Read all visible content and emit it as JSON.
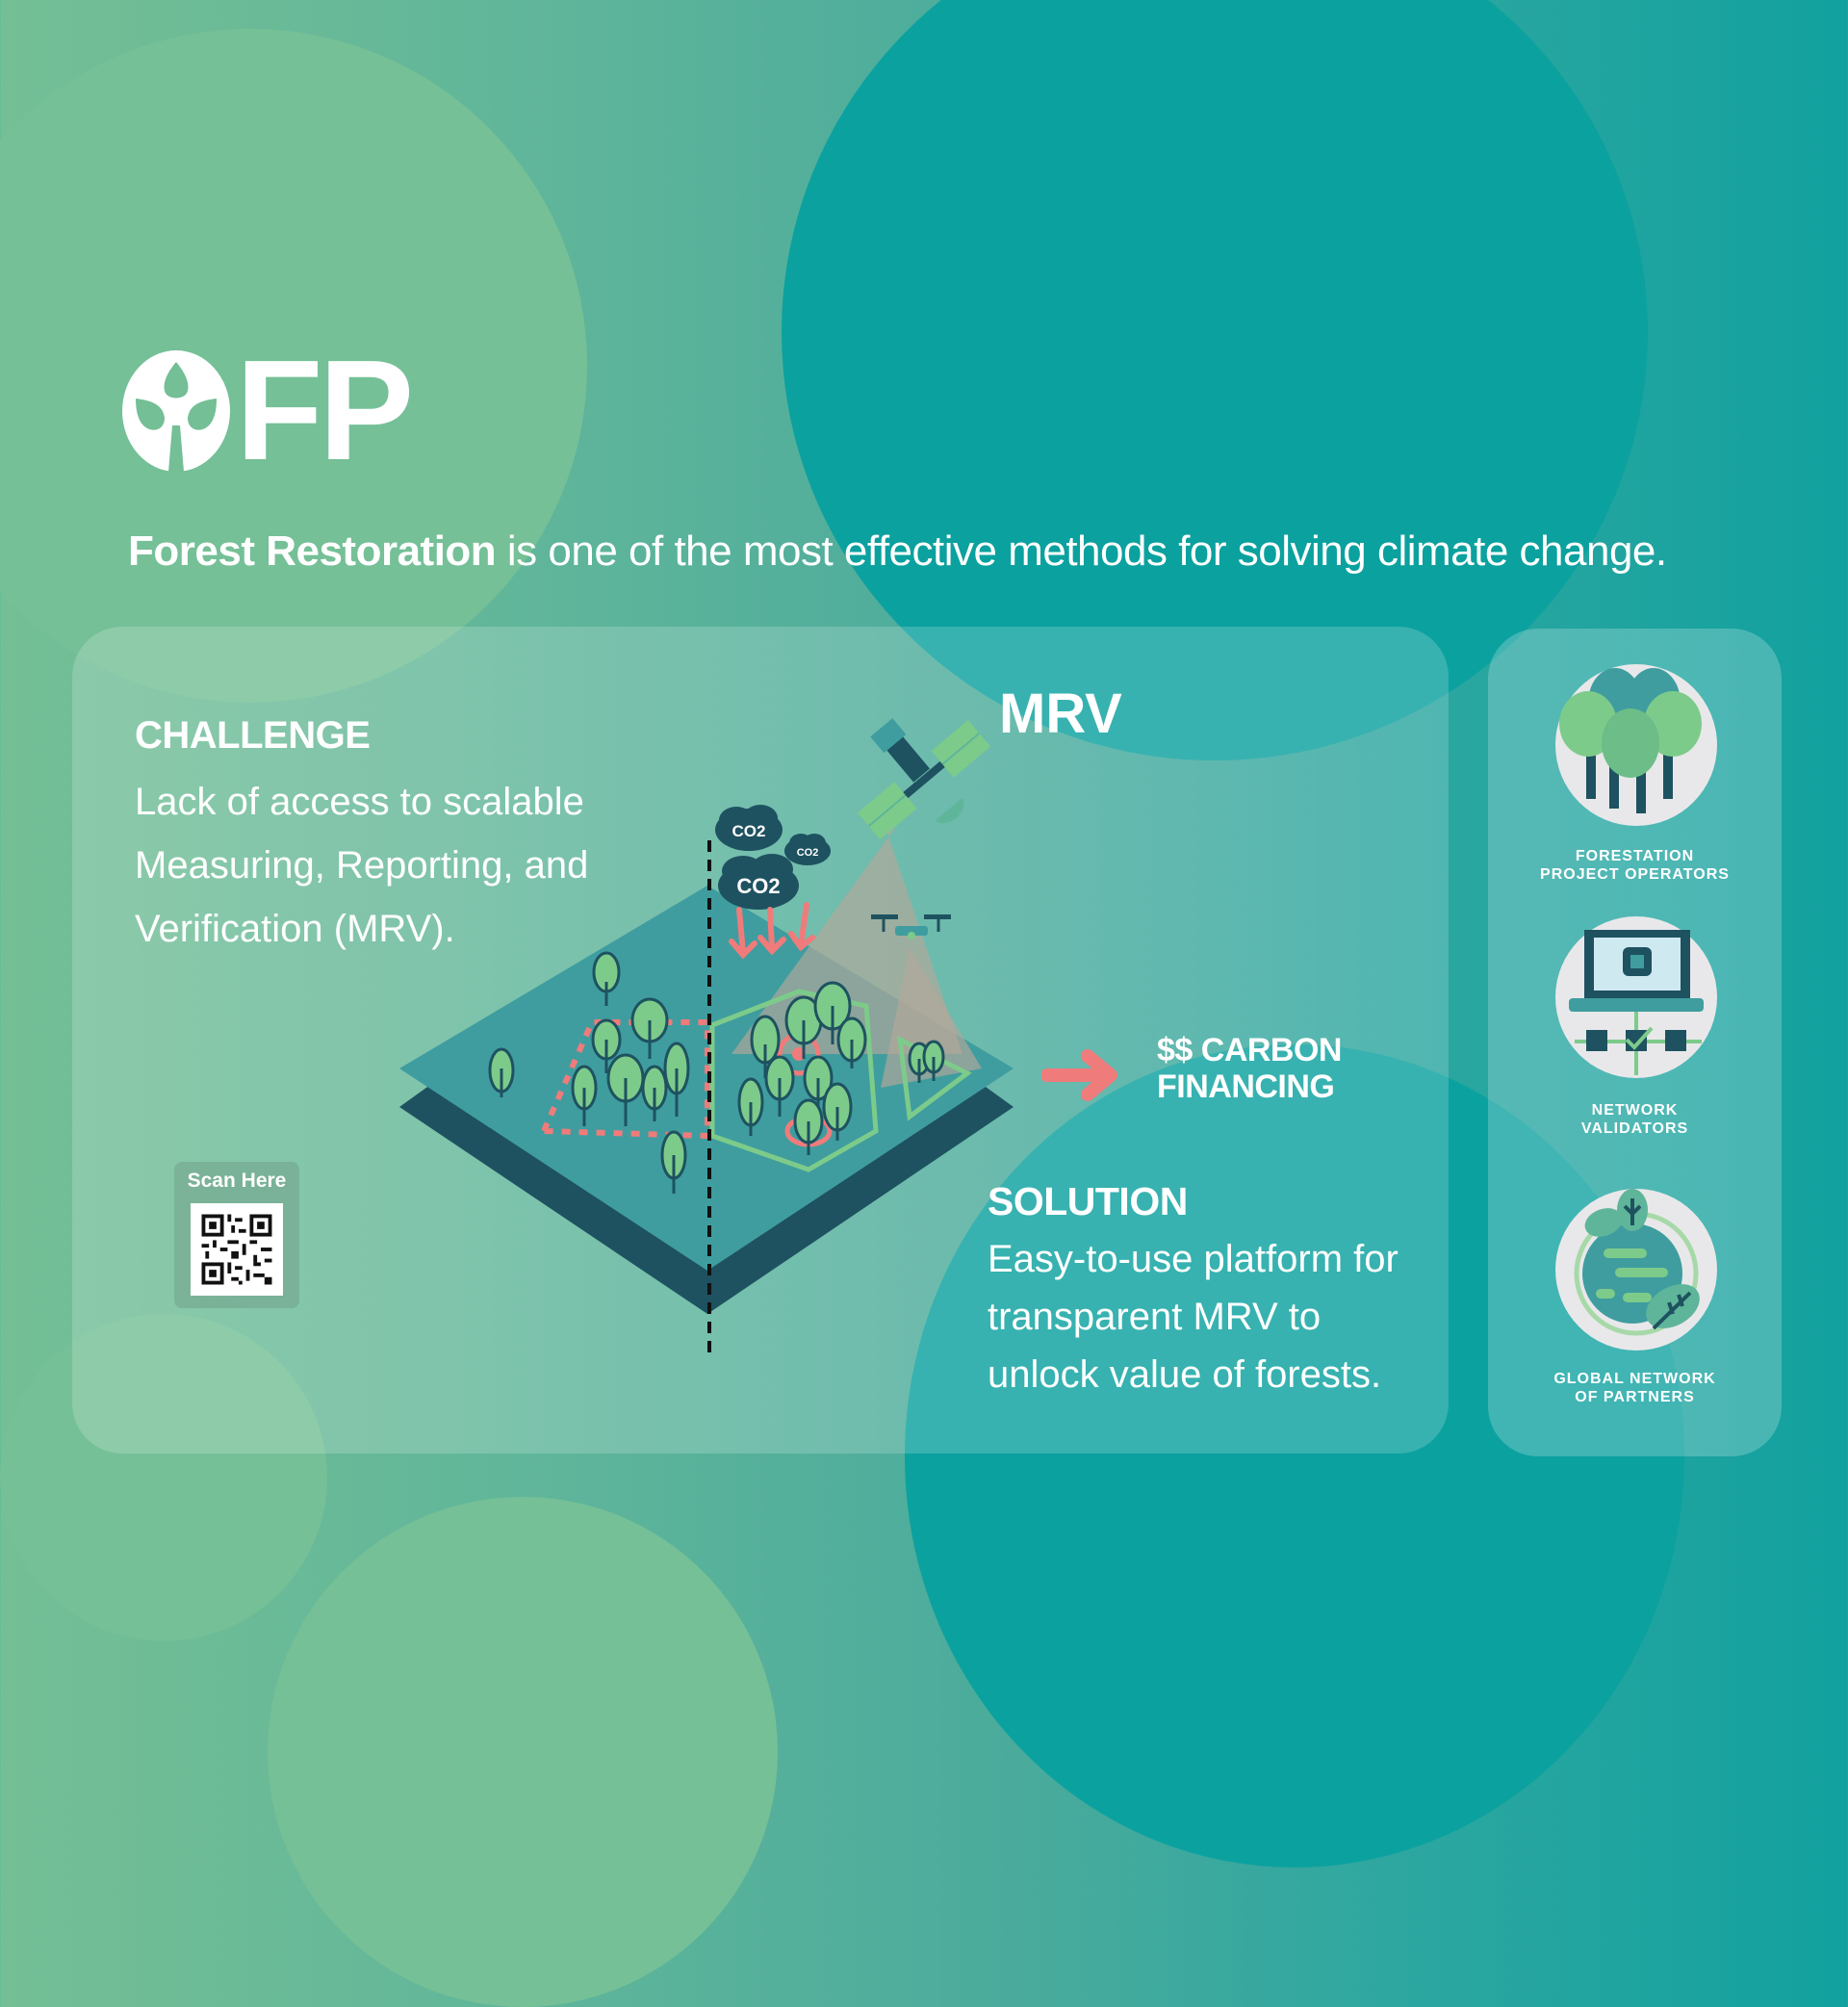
{
  "brand": {
    "logo_text": "FP",
    "logo_icon": "sprout-in-circle-icon"
  },
  "tagline": {
    "bold": "Forest Restoration",
    "rest": " is one of the most effective methods for solving climate change."
  },
  "challenge": {
    "title": "CHALLENGE",
    "body": "Lack of access to scalable Measuring, Reporting, and Verification (MRV)."
  },
  "mrv": {
    "title": "MRV",
    "co2_labels": [
      "CO2",
      "CO2",
      "CO2"
    ]
  },
  "carbon_financing": {
    "line1": "$$ CARBON",
    "line2": "FINANCING"
  },
  "solution": {
    "title": "SOLUTION",
    "body": "Easy-to-use platform for transparent MRV to unlock value of forests."
  },
  "qr": {
    "label": "Scan Here"
  },
  "stakeholders": [
    {
      "line1": "FORESTATION",
      "line2": "PROJECT OPERATORS",
      "icon": "trees-icon"
    },
    {
      "line1": "NETWORK",
      "line2": "VALIDATORS",
      "icon": "network-laptop-icon"
    },
    {
      "line1": "GLOBAL NETWORK",
      "line2": "OF PARTNERS",
      "icon": "globe-leaves-icon"
    }
  ],
  "colors": {
    "light_green": "#75c097",
    "teal": "#0ba19f",
    "dark_teal": "#1e5260",
    "coral": "#f07b7b",
    "leaf_green": "#7dcb8a",
    "ground_teal": "#3f9d9f"
  }
}
